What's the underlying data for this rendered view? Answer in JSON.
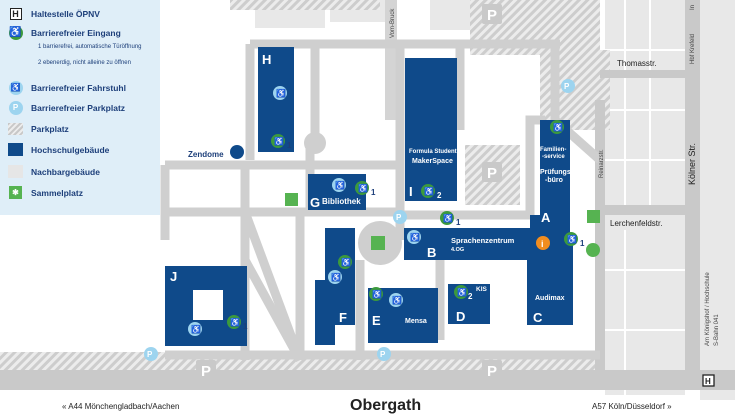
{
  "legend": {
    "items": [
      {
        "icon": "bus-stop-icon",
        "label": "Haltestelle ÖPNV"
      },
      {
        "icon": "wheelchair-entrance-icon",
        "label": "Barrierefreier Eingang"
      },
      {
        "icon": "wheelchair-elevator-icon",
        "label": "Barrierefreier Fahrstuhl"
      },
      {
        "icon": "accessible-parking-icon",
        "label": "Barrierefreier Parkplatz"
      },
      {
        "icon": "parking-area-icon",
        "label": "Parkplatz"
      },
      {
        "icon": "university-building-icon",
        "label": "Hochschulgebäude"
      },
      {
        "icon": "neighbouring-building-icon",
        "label": "Nachbargebäude"
      },
      {
        "icon": "assembly-point-icon",
        "label": "Sammelplatz"
      }
    ],
    "note1": "1 barrierefrei, automatische Türöffnung",
    "note2": "2 ebenerdig, nicht alleine zu öffnen"
  },
  "buildings": {
    "H": "H",
    "G": "G",
    "G_name": "Bibliothek",
    "I": "I",
    "I_name1": "Formula Student",
    "I_name2": "MakerSpace",
    "A": "A",
    "A_label1": "Familien-",
    "A_label2": "-service",
    "A_label3": "Prüfungs-",
    "A_label4": "-büro",
    "B": "B",
    "B_name": "Sprachenzentrum",
    "B_floor": "4.OG",
    "C": "C",
    "C_name": "Audimax",
    "D": "D",
    "D_name": "KIS",
    "E": "E",
    "E_name": "Mensa",
    "F": "F",
    "J": "J"
  },
  "labels": {
    "zendome": "Zendome",
    "obergath": "Obergath",
    "road_left": "« A44 Mönchengladbach/Aachen",
    "road_right": "A57 Köln/Düsseldorf »",
    "koelner": "Kölner Str.",
    "thomas": "Thomasstr.",
    "lerchen": "Lerchenfeldstr.",
    "reinarz": "Reinarzstr.",
    "vom_bruck": "Vom-Bruck",
    "hbf": "Hbf Krefeld",
    "hbf_in": "In",
    "am_koenigshof": "Am Königshof / Hochschule",
    "sbahn": "S-Bahn 041",
    "parking": "P",
    "halt": "H",
    "sup1": "1",
    "sup2": "2"
  },
  "colors": {
    "building": "#0f4a8a",
    "path": "#cfcfcf",
    "road": "#c7c7c7",
    "access": "#3c9a3c",
    "info": "#f18d1f",
    "legend_bg": "#dfeef8"
  }
}
